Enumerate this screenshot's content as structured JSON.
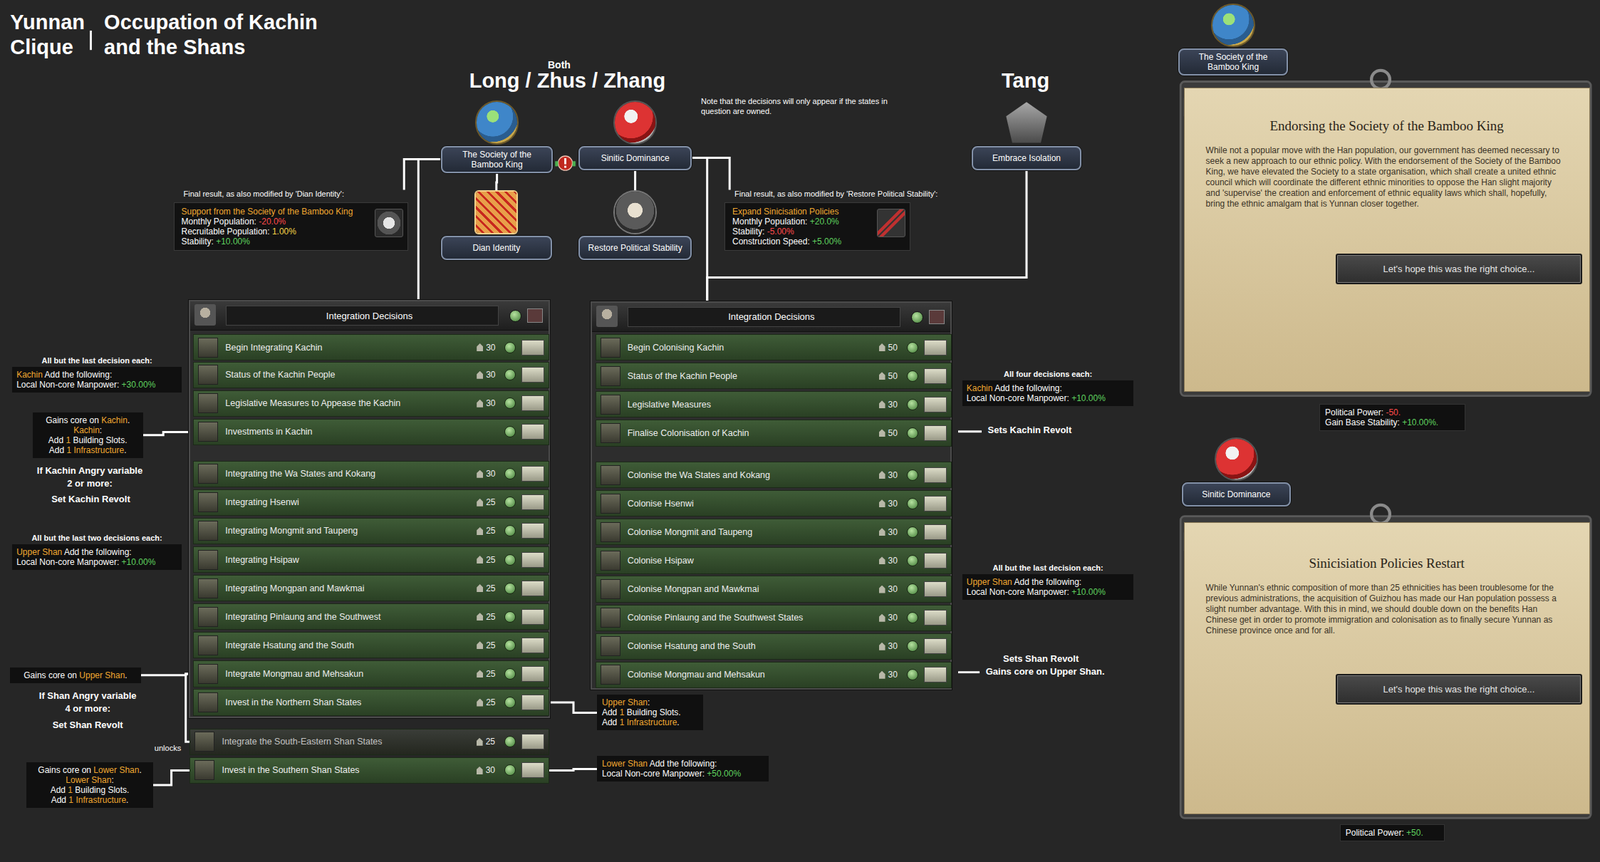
{
  "diagram": {
    "title": "Yunnan Clique",
    "nodes": [
      {
        "text": [
          "The Society of the Bamboo King"
        ]
      },
      {
        "text": [
          "Sinitic Dominance"
        ]
      },
      {
        "text": [
          "Embrace Isolation"
        ]
      },
      {
        "text": [
          "The Society of the Bamboo King"
        ]
      },
      {
        "text": [
          "Endorsing the Society of the Bamboo King",
          "While not a popular move with the Han population, our government has deemed necessary to seek a new approach to our ethnic policy. With the endorsement of the Society of the Bamboo King, we have elevated the Society to a state organisation, which shall create a united ethnic council which will coordinate the different ethnic minorities to oppose the Han slight majority and 'supervise' the creation and enforcement of ethnic equality laws which shall, hopefully, bring the ethnic amalgam that is Yunnan closer together."
        ]
      },
      {
        "text": [
          "Let's hope this was the right choice..."
        ],
        "in": 4
      },
      {
        "text": [
          "Dian Identity"
        ]
      },
      {
        "text": [
          "Restore Political Stability"
        ]
      },
      {
        "text": [
          "Final result, as also modified by 'Dian Identity':",
          "Support from the Society of the Bamboo King",
          "Monthly Population: -20.0%",
          "Recruitable Population: 1.00%",
          "Stability: +10.00%"
        ]
      },
      {
        "text": [
          "Final result, as also modified by 'Restore Political Stability':",
          "Expand Sinicisation Policies",
          "Monthly Population: +20.0%",
          "Stability: -5.00%",
          "Construction Speed: +5.00%"
        ]
      },
      {
        "text": [
          "Integration Decisions"
        ]
      },
      {
        "text": [
          "Begin Integrating Kachin",
          "30"
        ],
        "in": 10
      },
      {
        "text": [
          "Status of the Kachin People",
          "30"
        ],
        "in": 10
      },
      {
        "text": [
          "Legislative Measures to Appease the Kachin",
          "30"
        ],
        "in": 10
      },
      {
        "text": [
          "Investments in Kachin"
        ],
        "in": 10
      },
      {
        "text": [
          "Integrating the Wa States and Kokang",
          "30"
        ],
        "in": 10
      },
      {
        "text": [
          "Integrating Hsenwi",
          "25"
        ],
        "in": 10
      },
      {
        "text": [
          "Integrating Mongmit and Taupeng",
          "25"
        ],
        "in": 10
      },
      {
        "text": [
          "Integrating Hsipaw",
          "25"
        ],
        "in": 10
      },
      {
        "text": [
          "Integrating Mongpan and Mawkmai",
          "25"
        ],
        "in": 10
      },
      {
        "text": [
          "Integrating Pinlaung and the Southwest",
          "25"
        ],
        "in": 10
      },
      {
        "text": [
          "Integrate Hsatung and the South",
          "25"
        ],
        "in": 10
      },
      {
        "text": [
          "Integrate Mongmau and Mehsakun",
          "25"
        ],
        "in": 10
      },
      {
        "text": [
          "Invest in the Northern Shan States",
          "25"
        ],
        "in": 10
      },
      {
        "text": [
          "Integration Decisions"
        ]
      },
      {
        "text": [
          "Begin Colonising Kachin",
          "50"
        ],
        "in": 24
      },
      {
        "text": [
          "Status of the Kachin People",
          "50"
        ],
        "in": 24
      },
      {
        "text": [
          "Legislative Measures",
          "30"
        ],
        "in": 24
      },
      {
        "text": [
          "Finalise Colonisation of Kachin",
          "50"
        ],
        "in": 24
      },
      {
        "text": [
          "Colonise the Wa States and Kokang",
          "30"
        ],
        "in": 24
      },
      {
        "text": [
          "Colonise Hsenwi",
          "30"
        ],
        "in": 24
      },
      {
        "text": [
          "Colonise Mongmit and Taupeng",
          "30"
        ],
        "in": 24
      },
      {
        "text": [
          "Colonise Hsipaw",
          "30"
        ],
        "in": 24
      },
      {
        "text": [
          "Colonise Mongpan and Mawkmai",
          "30"
        ],
        "in": 24
      },
      {
        "text": [
          "Colonise Pinlaung and the Southwest States",
          "30"
        ],
        "in": 24
      },
      {
        "text": [
          "Colonise Hsatung and the South",
          "30"
        ],
        "in": 24
      },
      {
        "text": [
          "Colonise Mongmau and Mehsakun",
          "30"
        ],
        "in": 24
      },
      {
        "text": [
          "All but the last decision each:",
          "Kachin Add the following:",
          "Local Non-core Manpower: +30.00%"
        ]
      },
      {
        "text": [
          "Gains core on Kachin.",
          "Kachin:",
          "Add 1 Building Slots.",
          "Add 1 Infrastructure."
        ]
      },
      {
        "text": [
          "All four decisions each:",
          "Kachin Add the following:",
          "Local Non-core Manpower: +10.00%"
        ]
      },
      {
        "text": [
          "Political Power: -50.",
          "Gain Base Stability: +10.00%."
        ]
      },
      {
        "text": [
          "All but the last two decisions each:",
          "Upper Shan Add the following:",
          "Local Non-core Manpower: +10.00%"
        ]
      },
      {
        "text": [
          "All but the last decision each:",
          "Upper Shan Add the following:",
          "Local Non-core Manpower: +10.00%"
        ]
      },
      {
        "text": [
          "Sinitic Dominance"
        ]
      },
      {
        "text": [
          "Sinicisiation Policies Restart",
          "While Yunnan's ethnic composition of more than 25 ethnicities has been troublesome for the previous administrations, the acquisition of Guizhou has made our Han population possess a slight number advantage. With this in mind, we should double down on the benefits Han Chinese get in order to promote immigration and colonisation as to finally secure Yunnan as Chinese province once and for all."
        ]
      },
      {
        "text": [
          "Let's hope this was the right choice..."
        ],
        "in": 44
      },
      {
        "text": [
          "Gains core on Upper Shan."
        ]
      },
      {
        "text": [
          "Upper Shan:",
          "Add 1 Building Slots.",
          "Add 1 Infrastructure."
        ]
      },
      {
        "text": [
          "Integrate the South-Eastern Shan States",
          "25"
        ]
      },
      {
        "text": [
          "Gains core on Lower Shan.",
          "Lower Shan:",
          "Add 1 Building Slots.",
          "Add 1 Infrastructure."
        ]
      },
      {
        "text": [
          "Invest in the Southern Shan States",
          "30"
        ]
      },
      {
        "text": [
          "Lower Shan Add the following:",
          "Local Non-core Manpower: +50.00%"
        ]
      },
      {
        "text": [
          "Political Power: +50."
        ]
      }
    ],
    "edges": [
      {
        "from": 0,
        "to": 6,
        "arrow": "none"
      },
      {
        "from": 1,
        "to": 7,
        "arrow": "none"
      },
      {
        "from": 0,
        "to": 10,
        "arrow": "none"
      },
      {
        "from": 0,
        "to": 8,
        "arrow": "none"
      },
      {
        "from": 1,
        "to": 9,
        "arrow": "none"
      },
      {
        "from": 1,
        "to": 24,
        "arrow": "none"
      },
      {
        "from": 2,
        "to": 24,
        "arrow": "none"
      },
      {
        "from": 38,
        "to": 14,
        "arrow": "none"
      },
      {
        "from": 46,
        "to": 22,
        "arrow": "none"
      },
      {
        "from": 22,
        "to": 48,
        "label": "unlocks",
        "arrow": "none"
      },
      {
        "from": 49,
        "to": 50,
        "arrow": "none"
      },
      {
        "from": 47,
        "to": 23,
        "arrow": "none"
      },
      {
        "from": 51,
        "to": 50,
        "arrow": "none"
      }
    ],
    "labels": [
      "Occupation of Kachin and the Shans",
      "Both",
      "Long / Zhus / Zhang",
      "Tang",
      "Note that the decisions will only appear if the states in question are owned.",
      "If Kachin Angry variable 2 or more:",
      "Set Kachin Revolt",
      "If Shan Angry variable 4 or more:",
      "Set Shan Revolt",
      "Sets Kachin Revolt",
      "Sets Shan Revolt",
      "Gains core on Upper Shan."
    ]
  }
}
